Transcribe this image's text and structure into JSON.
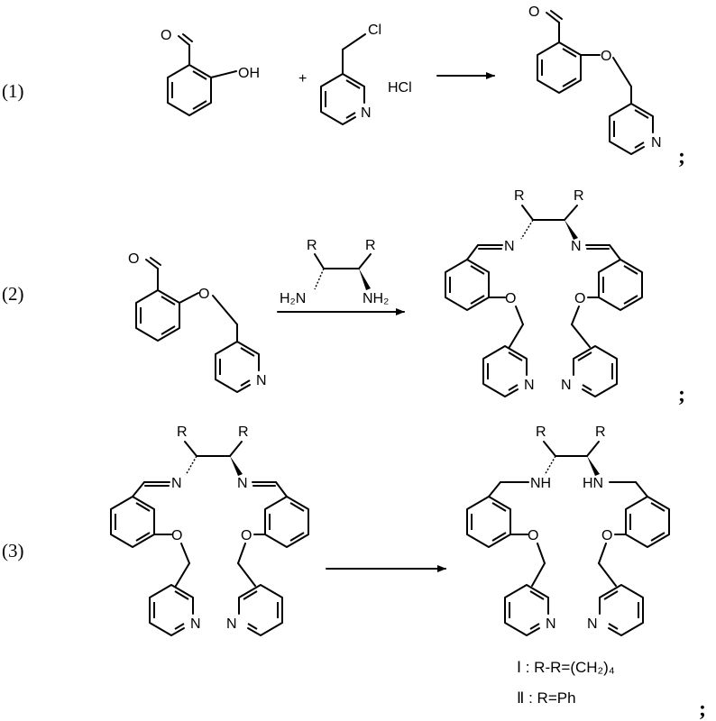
{
  "steps": [
    {
      "label": "(1)",
      "terminator": ";"
    },
    {
      "label": "(2)",
      "terminator": ";"
    },
    {
      "label": "(3)",
      "terminator": ";"
    }
  ],
  "atoms": {
    "O": "O",
    "OH": "OH",
    "Cl": "Cl",
    "N": "N",
    "HCl": "HCl",
    "R": "R",
    "NH": "NH",
    "HN": "HN",
    "H2N": "H₂N",
    "NH2": "NH₂",
    "plus": "+"
  },
  "notes": [
    "Ⅰ : R-R=(CH₂)₄",
    "Ⅱ : R=Ph"
  ]
}
